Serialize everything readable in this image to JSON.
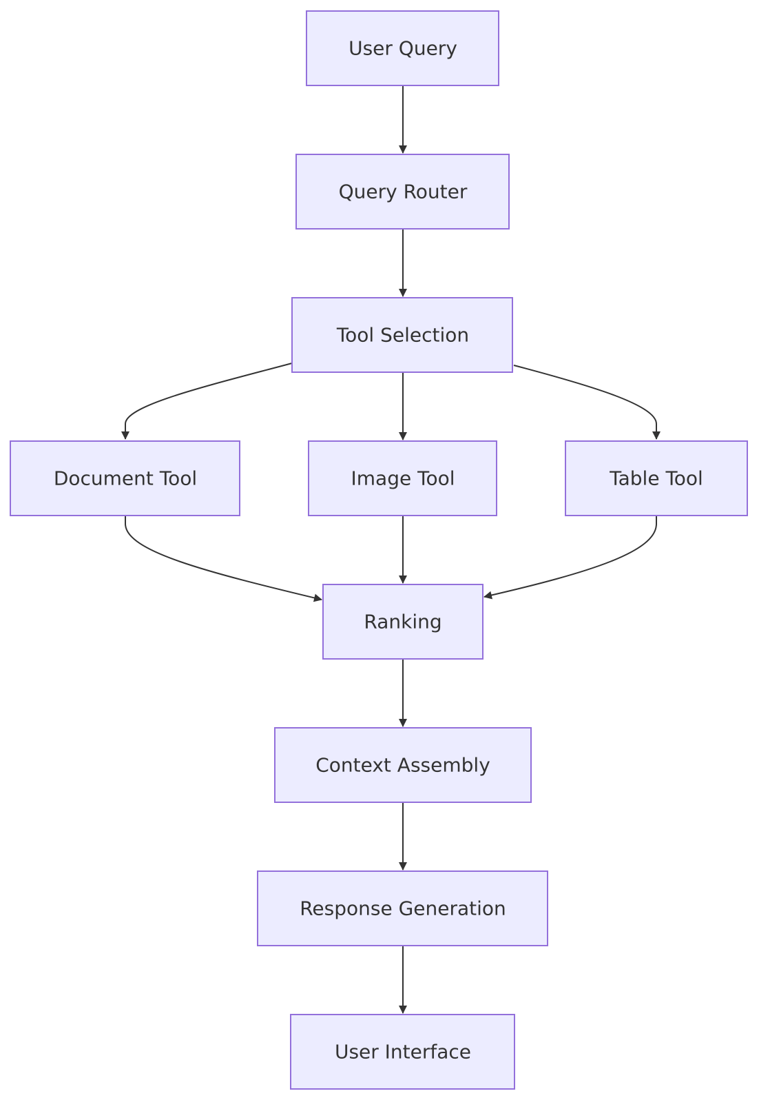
{
  "diagram": {
    "type": "flowchart",
    "direction": "top-down",
    "colors": {
      "node_fill": "#ececff",
      "node_stroke": "#9370db",
      "text": "#333333",
      "edge": "#333333",
      "background": "#ffffff"
    },
    "nodes": [
      {
        "id": "user_query",
        "label": "User Query"
      },
      {
        "id": "query_router",
        "label": "Query Router"
      },
      {
        "id": "tool_selection",
        "label": "Tool Selection"
      },
      {
        "id": "document_tool",
        "label": "Document Tool"
      },
      {
        "id": "image_tool",
        "label": "Image Tool"
      },
      {
        "id": "table_tool",
        "label": "Table Tool"
      },
      {
        "id": "ranking",
        "label": "Ranking"
      },
      {
        "id": "context_assembly",
        "label": "Context Assembly"
      },
      {
        "id": "response_generation",
        "label": "Response Generation"
      },
      {
        "id": "user_interface",
        "label": "User Interface"
      }
    ],
    "edges": [
      {
        "from": "user_query",
        "to": "query_router"
      },
      {
        "from": "query_router",
        "to": "tool_selection"
      },
      {
        "from": "tool_selection",
        "to": "document_tool"
      },
      {
        "from": "tool_selection",
        "to": "image_tool"
      },
      {
        "from": "tool_selection",
        "to": "table_tool"
      },
      {
        "from": "document_tool",
        "to": "ranking"
      },
      {
        "from": "image_tool",
        "to": "ranking"
      },
      {
        "from": "table_tool",
        "to": "ranking"
      },
      {
        "from": "ranking",
        "to": "context_assembly"
      },
      {
        "from": "context_assembly",
        "to": "response_generation"
      },
      {
        "from": "response_generation",
        "to": "user_interface"
      }
    ]
  }
}
